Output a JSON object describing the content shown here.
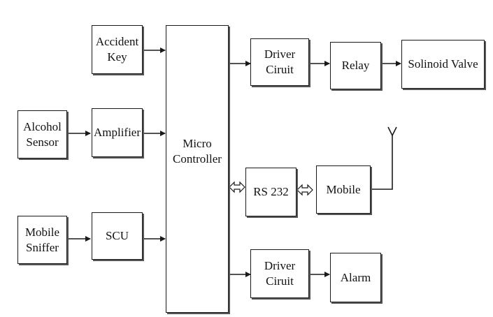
{
  "blocks": {
    "accident_key": "Accident\nKey",
    "alcohol_sensor": "Alcohol\nSensor",
    "amplifier": "Amplifier",
    "mobile_sniffer": "Mobile\nSniffer",
    "scu": "SCU",
    "micro_controller": "Micro\nController",
    "driver_circuit_top": "Driver\nCiruit",
    "relay": "Relay",
    "solenoid_valve": "Solinoid Valve",
    "rs232": "RS 232",
    "mobile": "Mobile",
    "driver_circuit_bottom": "Driver\nCiruit",
    "alarm": "Alarm"
  },
  "colors": {
    "line": "#1a1a1a",
    "border": "#1a1a1a",
    "shadow": "#555555"
  }
}
